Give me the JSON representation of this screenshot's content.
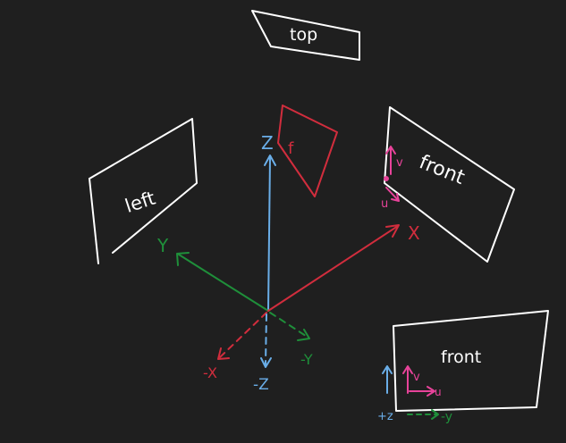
{
  "labels": {
    "top": "top",
    "left": "left",
    "front": "front",
    "front2": "front",
    "z": "Z",
    "y": "Y",
    "x": "X",
    "neg_x": "-X",
    "neg_y": "-Y",
    "neg_z": "-Z",
    "u": "u",
    "v": "v",
    "u2": "u",
    "v2": "v",
    "plus_z": "+z",
    "neg_y2": "-y",
    "f": "f"
  },
  "colors": {
    "background": "#1f1f1f",
    "outline": "#ffffff",
    "z_axis": "#6aaee8",
    "y_axis": "#1f8f3a",
    "x_axis": "#d12d3d",
    "uv": "#e8439a"
  }
}
